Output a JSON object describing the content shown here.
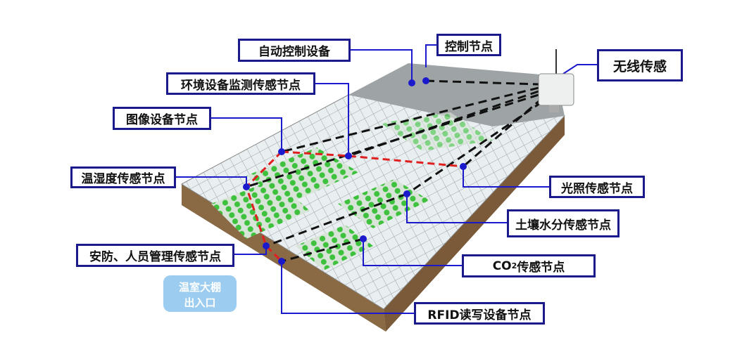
{
  "labels": {
    "auto_control": "自动控制设备",
    "control_node": "控制节点",
    "wireless": "无线传感",
    "env_monitor": "环境设备监测传感节点",
    "image_node": "图像设备节点",
    "temp_humidity": "温湿度传感节点",
    "light": "光照传感节点",
    "soil": "土壤水分传感节点",
    "security": "安防、人员管理传感节点",
    "co2_prefix": "CO",
    "co2_sub": "2",
    "co2_suffix": "传感节点",
    "rfid": "RFID读写设备节点"
  },
  "entrance": {
    "line1": "温室大棚",
    "line2": "出入口"
  },
  "colors": {
    "box_border": "#1a1a8c",
    "link_blue": "#1a1acc",
    "link_red": "#e02020",
    "link_black": "#111111",
    "plants": "#3ec23e"
  }
}
